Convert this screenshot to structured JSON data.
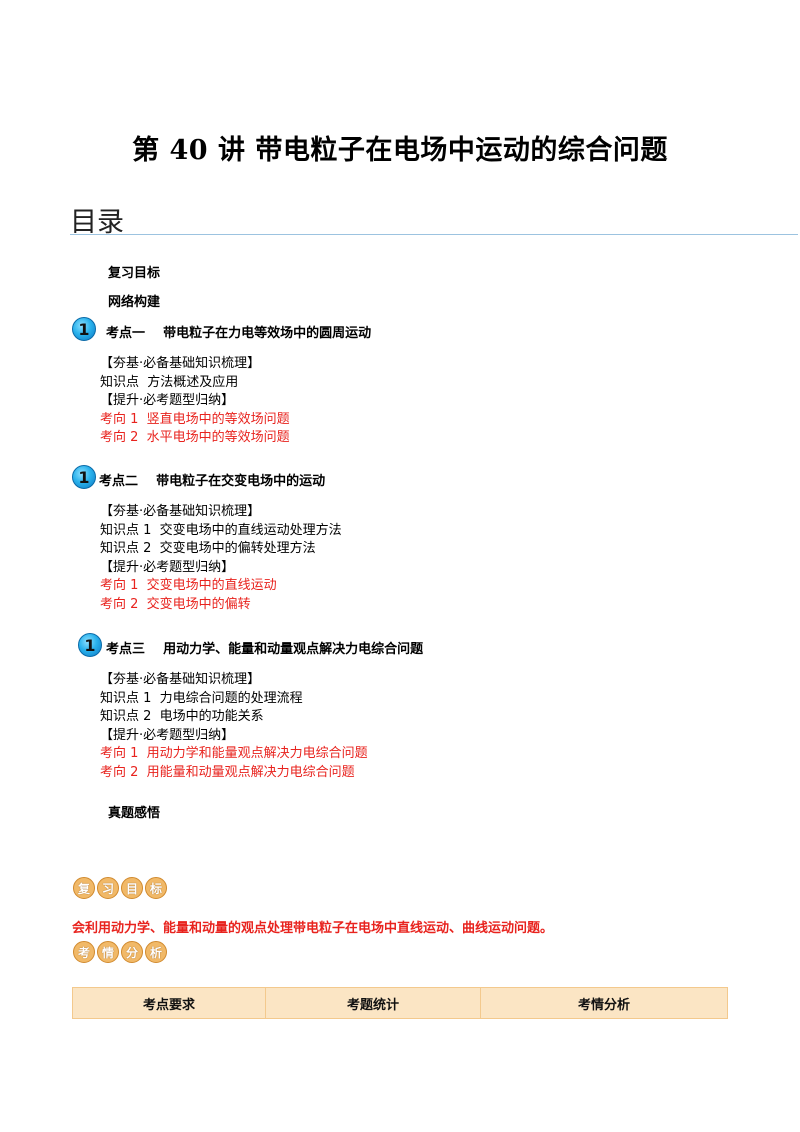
{
  "doc_title": "第 40 讲  带电粒子在电场中运动的综合问题",
  "toc": {
    "heading": "目录",
    "top_items": [
      "复习目标",
      "网络构建"
    ],
    "sections": [
      {
        "badge": "1",
        "title": "考点一    带电粒子在力电等效场中的圆周运动",
        "lines": [
          {
            "text": "【夯基·必备基础知识梳理】",
            "color": "black"
          },
          {
            "text": "知识点  方法概述及应用",
            "color": "black"
          },
          {
            "text": "【提升·必考题型归纳】",
            "color": "black"
          },
          {
            "text": "考向 1  竖直电场中的等效场问题",
            "color": "red"
          },
          {
            "text": "考向 2  水平电场中的等效场问题",
            "color": "red"
          }
        ]
      },
      {
        "badge": "1",
        "title": "考点二    带电粒子在交变电场中的运动",
        "lines": [
          {
            "text": "【夯基·必备基础知识梳理】",
            "color": "black"
          },
          {
            "text": "知识点 1  交变电场中的直线运动处理方法",
            "color": "black"
          },
          {
            "text": "知识点 2  交变电场中的偏转处理方法",
            "color": "black"
          },
          {
            "text": "【提升·必考题型归纳】",
            "color": "black"
          },
          {
            "text": "考向 1  交变电场中的直线运动",
            "color": "red"
          },
          {
            "text": "考向 2  交变电场中的偏转",
            "color": "red"
          }
        ]
      },
      {
        "badge": "1",
        "title": "考点三    用动力学、能量和动量观点解决力电综合问题",
        "lines": [
          {
            "text": "【夯基·必备基础知识梳理】",
            "color": "black"
          },
          {
            "text": "知识点 1  力电综合问题的处理流程",
            "color": "black"
          },
          {
            "text": "知识点 2  电场中的功能关系",
            "color": "black"
          },
          {
            "text": "【提升·必考题型归纳】",
            "color": "black"
          },
          {
            "text": "考向 1  用动力学和能量观点解决力电综合问题",
            "color": "red"
          },
          {
            "text": "考向 2  用能量和动量观点解决力电综合问题",
            "color": "red"
          }
        ]
      }
    ],
    "final_item": "真题感悟"
  },
  "goal_stamp": [
    "复",
    "习",
    "目",
    "标"
  ],
  "goal_text": "会利用动力学、能量和动量的观点处理带电粒子在电场中直线运动、曲线运动问题。",
  "analysis_stamp": [
    "考",
    "情",
    "分",
    "析"
  ],
  "table": {
    "headers": [
      "考点要求",
      "考题统计",
      "考情分析"
    ]
  }
}
